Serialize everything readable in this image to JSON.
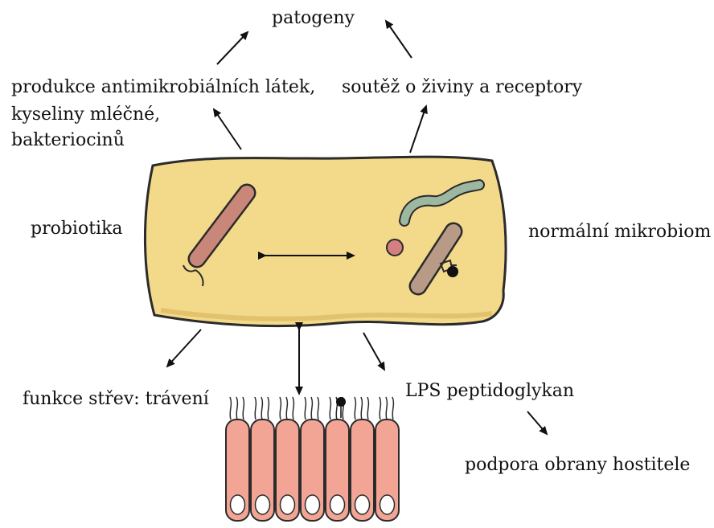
{
  "labels": {
    "title": "patogeny",
    "antimicrobial_line1": "produkce antimikrobiálních látek,",
    "antimicrobial_line2": "kyseliny mléčné,",
    "antimicrobial_line3": "bakteriocinů",
    "competition": "soutěž o živiny a receptory",
    "probiotics": "probiotika",
    "normal_microbiome": "normální mikrobiom",
    "gut_function": "funkce střev: trávení",
    "lps": "LPS peptidoglykan",
    "host_defense": "podpora obrany hostitele"
  },
  "colors": {
    "lumen_fill": "#f3d98a",
    "lumen_stroke": "#2b2b2b",
    "probiotic_rod": "#c9877a",
    "microbiome_rod": "#b79b86",
    "spiral": "#9cb8a0",
    "coccus": "#d47f80",
    "epithelium": "#f2a594"
  }
}
